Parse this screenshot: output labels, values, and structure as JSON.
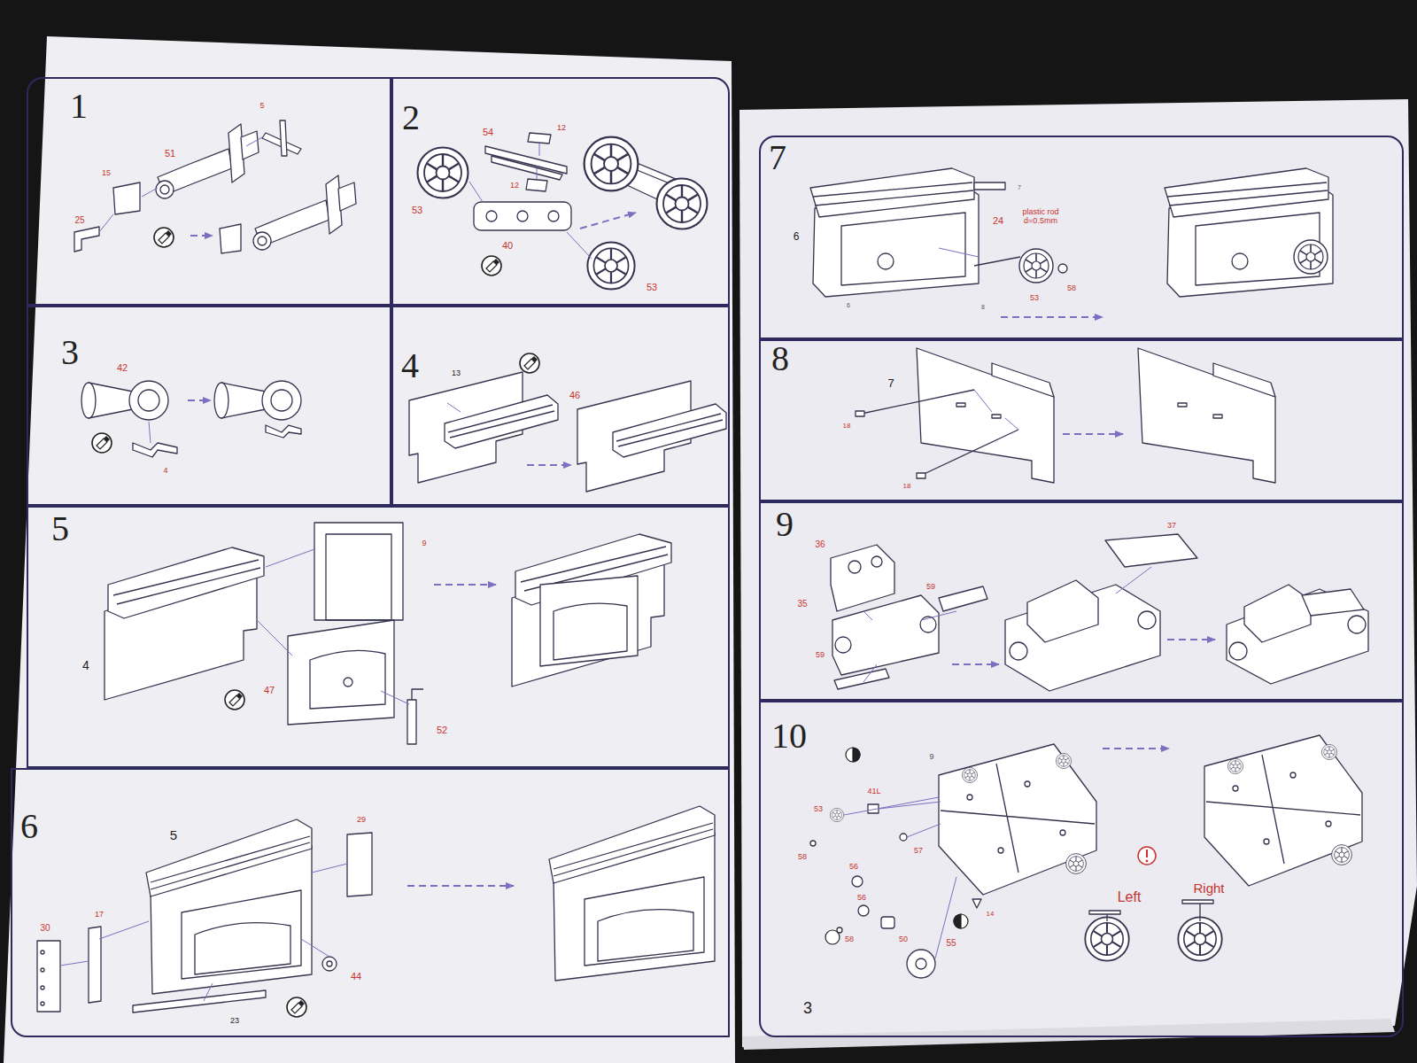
{
  "diagram": {
    "nodes": [
      {
        "text": [
          "1"
        ]
      },
      {
        "text": [
          "2"
        ]
      },
      {
        "text": [
          "3"
        ]
      },
      {
        "text": [
          "4"
        ]
      },
      {
        "text": [
          "5"
        ]
      },
      {
        "text": [
          "6"
        ]
      },
      {
        "text": [
          "7"
        ]
      },
      {
        "text": [
          "8"
        ]
      },
      {
        "text": [
          "9"
        ]
      },
      {
        "text": [
          "10"
        ]
      }
    ],
    "edges": [],
    "labels": [
      "5",
      "51",
      "15",
      "25",
      "12",
      "54",
      "12",
      "53",
      "40",
      "53",
      "42",
      "4",
      "13",
      "46",
      "9",
      "4",
      "47",
      "52",
      "5",
      "29",
      "30",
      "17",
      "44",
      "23",
      "7",
      "6",
      "24",
      "plastic rod d=0.5mm",
      "53",
      "58",
      "6",
      "8",
      "7",
      "18",
      "18",
      "36",
      "37",
      "35",
      "59",
      "59",
      "9",
      "53",
      "41L",
      "57",
      "58",
      "56",
      "56",
      "58",
      "50",
      "55",
      "14",
      "Left",
      "Right",
      "3"
    ]
  }
}
